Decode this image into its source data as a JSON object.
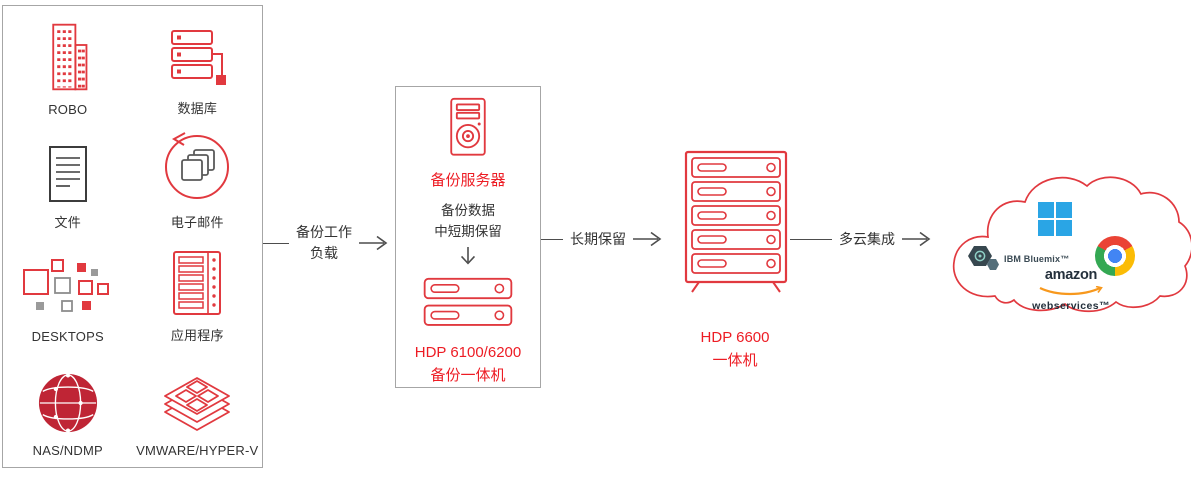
{
  "colors": {
    "accent_red": "#e1393f",
    "text_red": "#ed1c24",
    "dark_text": "#333333",
    "line_gray": "#4d4d4d",
    "box_border": "#a6a6a6",
    "nas_globe_red": "#bf2535",
    "azure_blue": "#2aa5e5",
    "google_red": "#ea4335",
    "google_yellow": "#fbbc05",
    "google_green": "#34a853",
    "google_blue": "#4285f4",
    "aws_orange": "#f7981d",
    "ibm_dark": "#37474f"
  },
  "sources": {
    "items": [
      {
        "label": "ROBO",
        "icon": "building-icon"
      },
      {
        "label": "数据库",
        "icon": "database-icon"
      },
      {
        "label": "文件",
        "icon": "file-icon"
      },
      {
        "label": "电子邮件",
        "icon": "email-icon"
      },
      {
        "label": "DESKTOPS",
        "icon": "desktops-icon"
      },
      {
        "label": "应用程序",
        "icon": "app-server-icon"
      },
      {
        "label": "NAS/NDMP",
        "icon": "nas-globe-icon"
      },
      {
        "label": "VMWARE/HYPER-V",
        "icon": "hypervisor-layers-icon"
      }
    ]
  },
  "flows": {
    "backup_workload": {
      "line1": "备份工作",
      "line2": "负载"
    },
    "long_term": {
      "label": "长期保留"
    },
    "multicloud": {
      "label": "多云集成"
    }
  },
  "backup_appliance_box": {
    "server_title": "备份服务器",
    "retention_line1": "备份数据",
    "retention_line2": "中短期保留",
    "model_line1": "HDP 6100/6200",
    "model_line2": "备份一体机"
  },
  "hdp6600": {
    "line1": "HDP 6600",
    "line2": "一体机"
  },
  "cloud": {
    "ibm_label": "IBM Bluemix™",
    "amazon_line1": "amazon",
    "amazon_line2": "webservices™"
  }
}
